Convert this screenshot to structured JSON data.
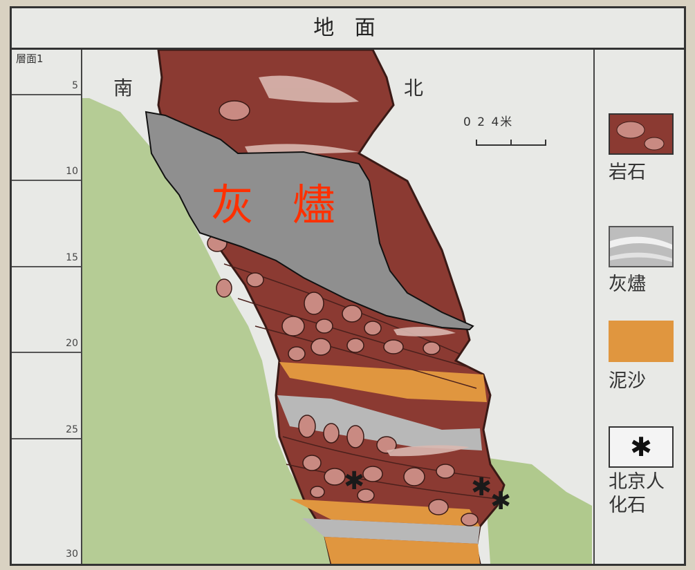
{
  "header": {
    "title": "地 面"
  },
  "ruler": {
    "head_label": "層面1",
    "ticks": [
      "5",
      "10",
      "15",
      "20",
      "25",
      "30"
    ]
  },
  "diagram": {
    "direction_south": "南",
    "direction_north": "北",
    "scale_label": "0  2  4米",
    "ash_label": "灰 燼"
  },
  "legend": {
    "items": [
      {
        "label": "岩石",
        "color": "#8b3a32"
      },
      {
        "label": "灰燼",
        "color": "#bdbdbd"
      },
      {
        "label": "泥沙",
        "color": "#e0963f"
      },
      {
        "label": "北京人\n化石",
        "icon": "asterisk-icon"
      }
    ]
  },
  "colors": {
    "rock": "#8b3a32",
    "ash_overlay": "#8f8f8f",
    "sand": "#e0963f",
    "grass": "#8ab452",
    "pebble": "#c98a82",
    "gray_layer": "#b8b8b8"
  }
}
